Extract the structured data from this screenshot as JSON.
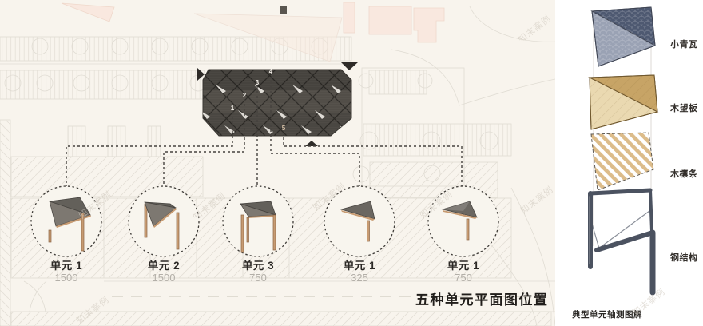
{
  "plan": {
    "caption": "五种单元平面图位置",
    "markers": [
      "1",
      "2",
      "3",
      "4",
      "5"
    ],
    "units": [
      {
        "label": "单元 1",
        "area": "1500"
      },
      {
        "label": "单元 2",
        "area": "1500"
      },
      {
        "label": "单元 3",
        "area": "750"
      },
      {
        "label": "单元 1",
        "area": "325"
      },
      {
        "label": "单元 1",
        "area": "750"
      }
    ]
  },
  "legend": {
    "layers": [
      {
        "label": "小青瓦"
      },
      {
        "label": "木望板"
      },
      {
        "label": "木檩条"
      },
      {
        "label": "钢结构"
      }
    ],
    "caption": "典型单元轴测图解"
  },
  "watermark": "知末案例",
  "colors": {
    "tile_dark": "#4e5971",
    "tile_light": "#9aa2b4",
    "plank_dark": "#c7a466",
    "plank_light": "#ead9b1",
    "purlin_stripe": "#dcbc8a",
    "steel": "#4b5260",
    "roof_gray": "#56524c",
    "post_wood": "#c79b72"
  }
}
